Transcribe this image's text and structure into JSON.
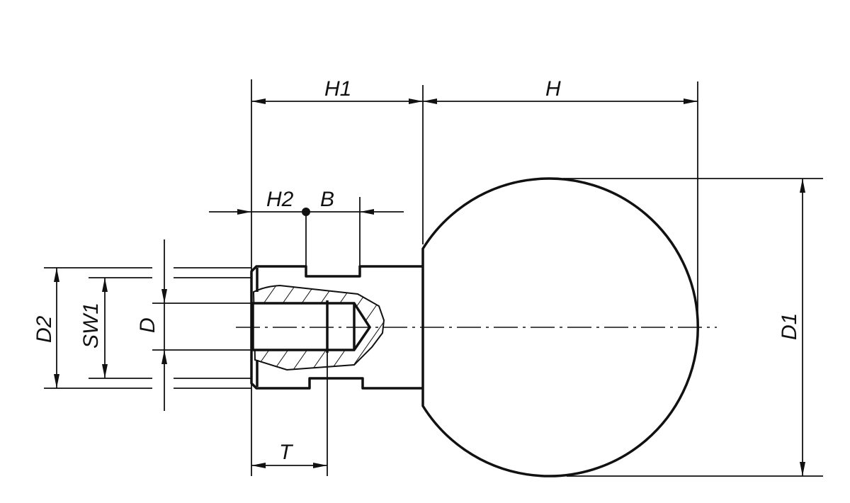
{
  "drawing": {
    "title": "Ball knob with threaded bore - dimension drawing",
    "labels": {
      "H1": "H1",
      "H": "H",
      "H2": "H2",
      "B": "B",
      "D1": "D1",
      "D2": "D2",
      "SW1": "SW1",
      "D": "D",
      "T": "T"
    },
    "line_color": "#111111"
  }
}
